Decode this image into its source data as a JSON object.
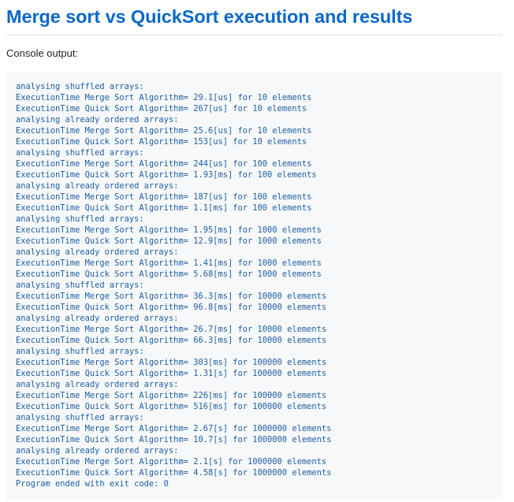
{
  "header": {
    "title": "Merge sort vs QuickSort execution and results"
  },
  "console_label": "Console output:",
  "console_lines": [
    "analysing shuffled arrays:",
    "ExecutionTime Merge Sort Algorithm= 29.1[us] for 10 elements",
    "ExecutionTime Quick Sort Algorithm= 267[us] for 10 elements",
    "analysing already ordered arrays:",
    "ExecutionTime Merge Sort Algorithm= 25.6[us] for 10 elements",
    "ExecutionTime Quick Sort Algorithm= 153[us] for 10 elements",
    "analysing shuffled arrays:",
    "ExecutionTime Merge Sort Algorithm= 244[us] for 100 elements",
    "ExecutionTime Quick Sort Algorithm= 1.93[ms] for 100 elements",
    "analysing already ordered arrays:",
    "ExecutionTime Merge Sort Algorithm= 187[us] for 100 elements",
    "ExecutionTime Quick Sort Algorithm= 1.1[ms] for 100 elements",
    "analysing shuffled arrays:",
    "ExecutionTime Merge Sort Algorithm= 1.95[ms] for 1000 elements",
    "ExecutionTime Quick Sort Algorithm= 12.9[ms] for 1000 elements",
    "analysing already ordered arrays:",
    "ExecutionTime Merge Sort Algorithm= 1.41[ms] for 1000 elements",
    "ExecutionTime Quick Sort Algorithm= 5.68[ms] for 1000 elements",
    "analysing shuffled arrays:",
    "ExecutionTime Merge Sort Algorithm= 36.3[ms] for 10000 elements",
    "ExecutionTime Quick Sort Algorithm= 96.8[ms] for 10000 elements",
    "analysing already ordered arrays:",
    "ExecutionTime Merge Sort Algorithm= 26.7[ms] for 10000 elements",
    "ExecutionTime Quick Sort Algorithm= 66.3[ms] for 10000 elements",
    "analysing shuffled arrays:",
    "ExecutionTime Merge Sort Algorithm= 303[ms] for 100000 elements",
    "ExecutionTime Quick Sort Algorithm= 1.31[s] for 100000 elements",
    "analysing already ordered arrays:",
    "ExecutionTime Merge Sort Algorithm= 226[ms] for 100000 elements",
    "ExecutionTime Quick Sort Algorithm= 516[ms] for 100000 elements",
    "analysing shuffled arrays:",
    "ExecutionTime Merge Sort Algorithm= 2.67[s] for 1000000 elements",
    "ExecutionTime Quick Sort Algorithm= 10.7[s] for 1000000 elements",
    "analysing already ordered arrays:",
    "ExecutionTime Merge Sort Algorithm= 2.1[s] for 1000000 elements",
    "ExecutionTime Quick Sort Algorithm= 4.58[s] for 1000000 elements",
    "Program ended with exit code: 0"
  ],
  "colors": {
    "title": "#0a67c9",
    "console_text": "#1f5fa0",
    "console_bg": "#f6f8fa",
    "rule": "#dcdfe3"
  }
}
